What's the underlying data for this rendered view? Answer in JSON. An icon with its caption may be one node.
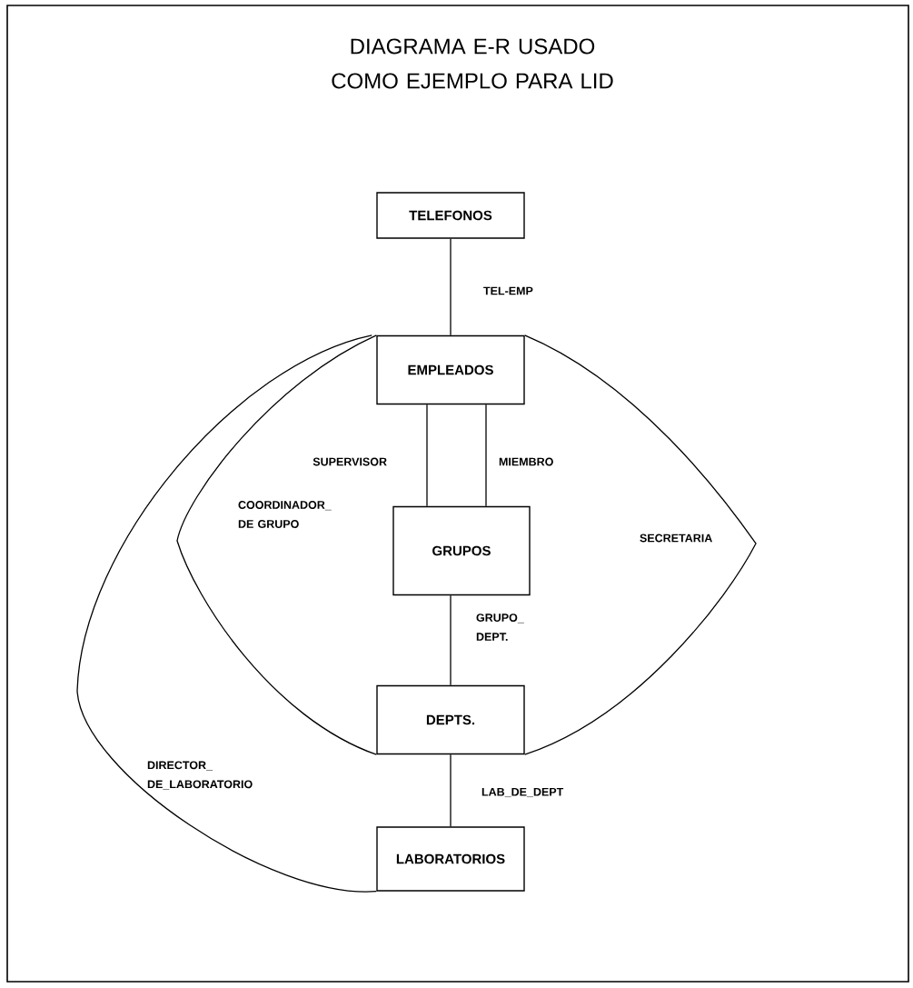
{
  "diagram": {
    "title": "DIAGRAMA E-R USADO COMO EJEMPLO PARA LID",
    "nodes": [
      {
        "text": [
          "TELEFONOS"
        ]
      },
      {
        "text": [
          "EMPLEADOS"
        ]
      },
      {
        "text": [
          "GRUPOS"
        ]
      },
      {
        "text": [
          "DEPTS."
        ]
      },
      {
        "text": [
          "LABORATORIOS"
        ]
      }
    ],
    "edges": [
      {
        "from": 0,
        "to": 1,
        "arrow": "none",
        "label": "TEL-EMP"
      },
      {
        "from": 1,
        "to": 2,
        "arrow": "none",
        "label": "SUPERVISOR"
      },
      {
        "from": 1,
        "to": 2,
        "arrow": "none",
        "label": "MIEMBRO"
      },
      {
        "from": 1,
        "to": 3,
        "arrow": "none",
        "label": "COORDINADOR_ DE GRUPO"
      },
      {
        "from": 1,
        "to": 3,
        "arrow": "none",
        "label": "SECRETARIA"
      },
      {
        "from": 2,
        "to": 3,
        "arrow": "none",
        "label": "GRUPO_ DEPT."
      },
      {
        "from": 3,
        "to": 4,
        "arrow": "none",
        "label": "LAB_DE_DEPT"
      },
      {
        "from": 1,
        "to": 4,
        "arrow": "none",
        "label": "DIRECTOR_ DE_LABORATORIO"
      }
    ]
  }
}
